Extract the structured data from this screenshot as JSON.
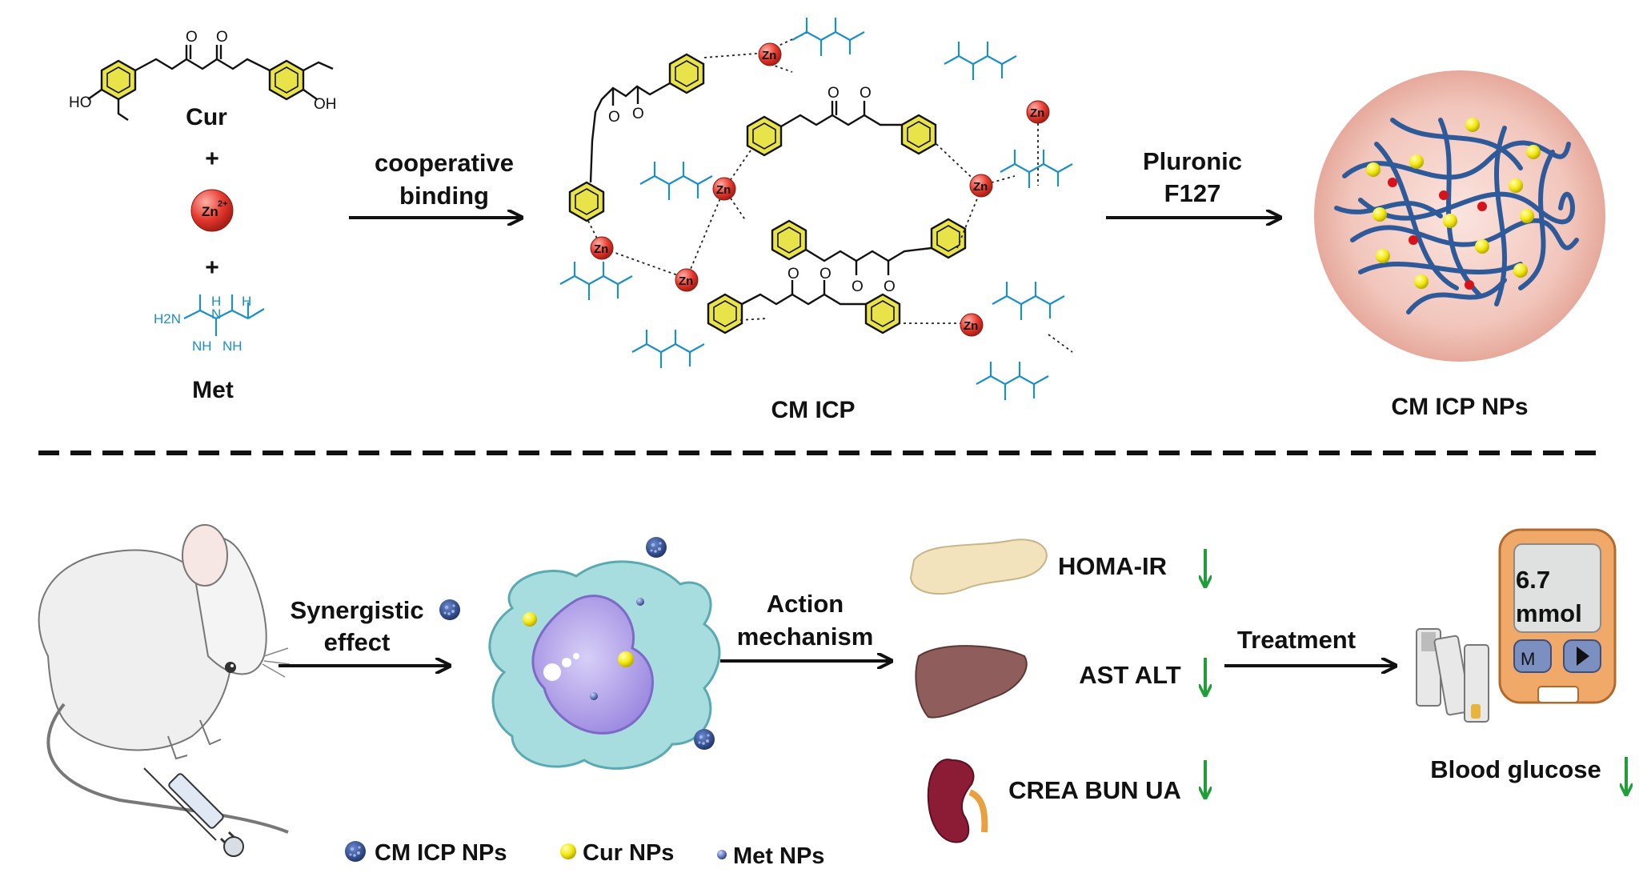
{
  "top": {
    "cur_label": "Cur",
    "plus1": "+",
    "zn_ion": "Zn",
    "zn_charge": "2+",
    "plus2": "+",
    "met_label": "Met",
    "cur_ho": "HO",
    "cur_oh": "OH",
    "cur_o": "O",
    "met_h2n": "H2N",
    "met_nh": "NH",
    "met_h": "H",
    "met_n": "N",
    "arrow1_line1": "cooperative",
    "arrow1_line2": "binding",
    "icp_label": "CM ICP",
    "zn_node": "Zn",
    "arrow2_line1": "Pluronic",
    "arrow2_line2": "F127",
    "np_label": "CM ICP NPs"
  },
  "bottom": {
    "arrow3_line1": "Synergistic",
    "arrow3_line2": "effect",
    "arrow4_line1": "Action",
    "arrow4_line2": "mechanism",
    "marker1": "HOMA-IR",
    "marker2": "AST  ALT",
    "marker3": "CREA  BUN  UA",
    "arrow5": "Treatment",
    "meter_line1": "6.7",
    "meter_line2": "mmol",
    "meter_button": "M",
    "blood_glucose": "Blood glucose",
    "legend": [
      {
        "label": "CM ICP NPs",
        "icon": "nanoparticle-icon"
      },
      {
        "label": "Cur NPs",
        "icon": "yellow-dot-icon"
      },
      {
        "label": "Met NPs",
        "icon": "blue-dot-icon"
      }
    ]
  },
  "colors": {
    "benzene_yellow": "#e9e34a",
    "zn_red": "#e53a2e",
    "met_blue": "#1a8fc8",
    "polymer_blue": "#2e5a9a",
    "np_sphere": "#f2c6bc",
    "cell_teal": "#a8dde0",
    "nucleus_purple": "#b4a6e8",
    "down_arrow_green": "#1f9e3a"
  }
}
